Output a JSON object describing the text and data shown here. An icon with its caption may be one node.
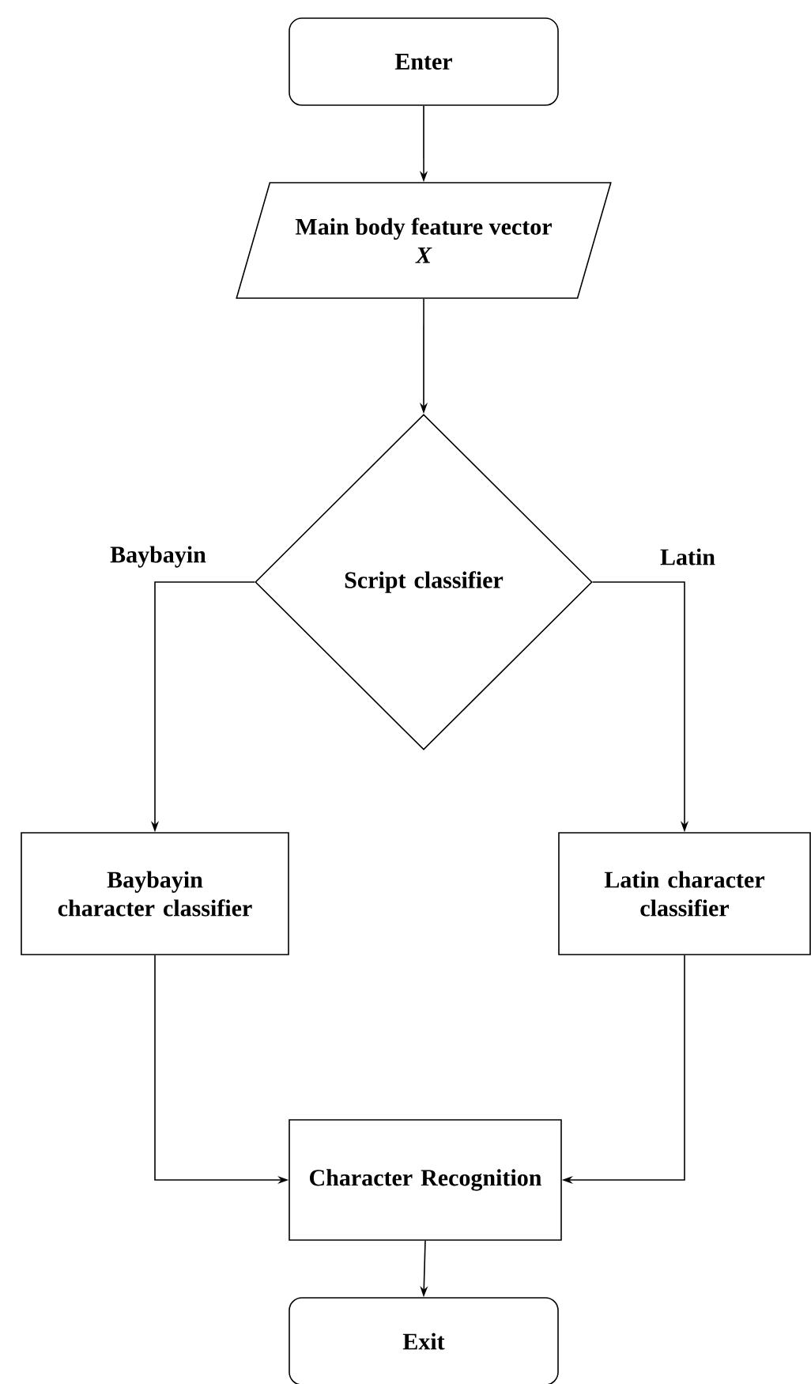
{
  "diagram": {
    "nodes": [
      {
        "text": [
          "Enter"
        ]
      },
      {
        "text": [
          "Main body feature vector",
          "X"
        ]
      },
      {
        "text": [
          "Script classifier"
        ]
      },
      {
        "text": [
          "Baybayin character classifier"
        ]
      },
      {
        "text": [
          "Latin character classifier"
        ]
      },
      {
        "text": [
          "Character Recognition"
        ]
      },
      {
        "text": [
          "Exit"
        ]
      }
    ],
    "edges": [
      {
        "from": 0,
        "to": 1,
        "arrow": "to"
      },
      {
        "from": 1,
        "to": 2,
        "arrow": "to"
      },
      {
        "from": 2,
        "to": 3,
        "arrow": "to",
        "label": "Baybayin"
      },
      {
        "from": 2,
        "to": 4,
        "arrow": "to",
        "label": "Latin"
      },
      {
        "from": 3,
        "to": 5,
        "arrow": "to"
      },
      {
        "from": 4,
        "to": 5,
        "arrow": "to"
      },
      {
        "from": 5,
        "to": 6,
        "arrow": "to"
      }
    ]
  }
}
